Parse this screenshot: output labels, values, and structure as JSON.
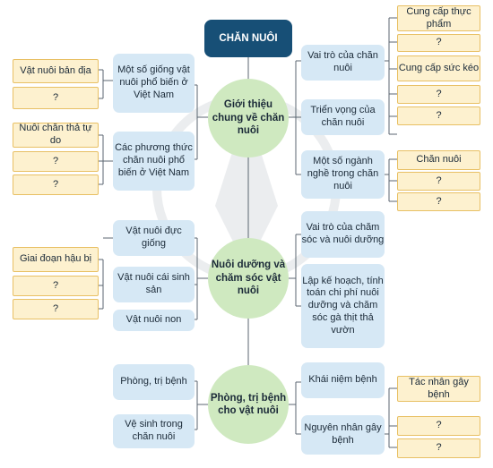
{
  "title": "CHĂN NUÔI",
  "hubs": [
    "Giới thiệu chung về chăn nuôi",
    "Nuôi dưỡng và chăm sóc vật nuôi",
    "Phòng, trị bệnh cho vật nuôi"
  ],
  "left_topics": [
    "Một số giống vật nuôi phổ biến ở Việt Nam",
    "Các phương thức chăn nuôi phổ biến ở Việt Nam",
    "Vật nuôi đực giống",
    "Vật nuôi cái sinh sản",
    "Vật nuôi non",
    "Phòng, trị bệnh",
    "Vệ sinh trong chăn nuôi"
  ],
  "right_topics": [
    "Vai trò của chăn nuôi",
    "Triển vọng của chăn nuôi",
    "Một số ngành nghề trong chăn nuôi",
    "Vai trò của chăm sóc và nuôi dưỡng",
    "Lập kế hoạch, tính toán chi phí nuôi dưỡng và chăm sóc gà thịt thả vườn",
    "Khái niệm bệnh",
    "Nguyên nhân gây bệnh"
  ],
  "left_leaves": [
    "Vật nuôi bản địa",
    "?",
    "Nuôi chăn thả tự do",
    "?",
    "?",
    "Giai đoạn hậu bị",
    "?",
    "?"
  ],
  "right_leaves": [
    "Cung cấp thực phẩm",
    "?",
    "Cung cấp sức kéo",
    "?",
    "?",
    "Chăn nuôi",
    "?",
    "?",
    "Tác nhân gây bệnh",
    "?",
    "?"
  ],
  "colors": {
    "title_bg": "#174f76",
    "topic_bg": "#d6e8f5",
    "hub_bg": "#cfe9c0",
    "leaf_bg": "#fdf1cf",
    "leaf_border": "#e8c064",
    "line": "#5b6670"
  }
}
